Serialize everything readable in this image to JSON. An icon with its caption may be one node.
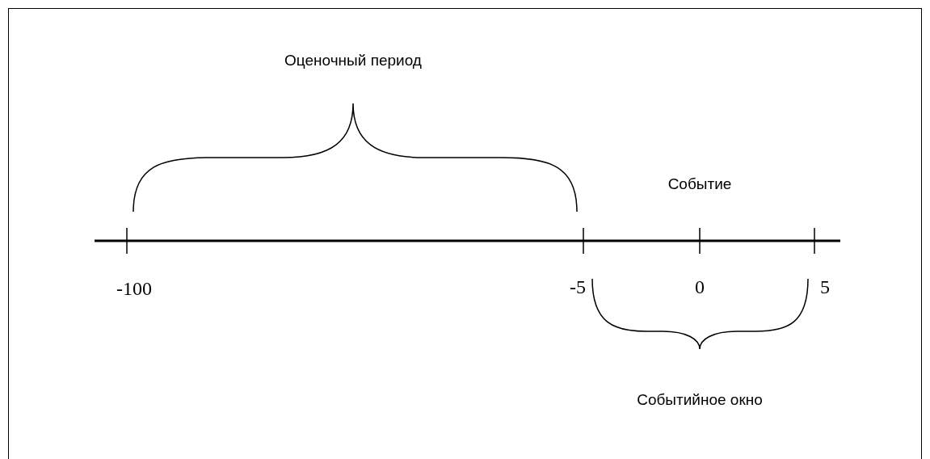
{
  "diagram": {
    "labels": [
      "Оценочный период",
      "Событие",
      "-100",
      "-5",
      "0",
      "5",
      "Событийное окно"
    ]
  }
}
